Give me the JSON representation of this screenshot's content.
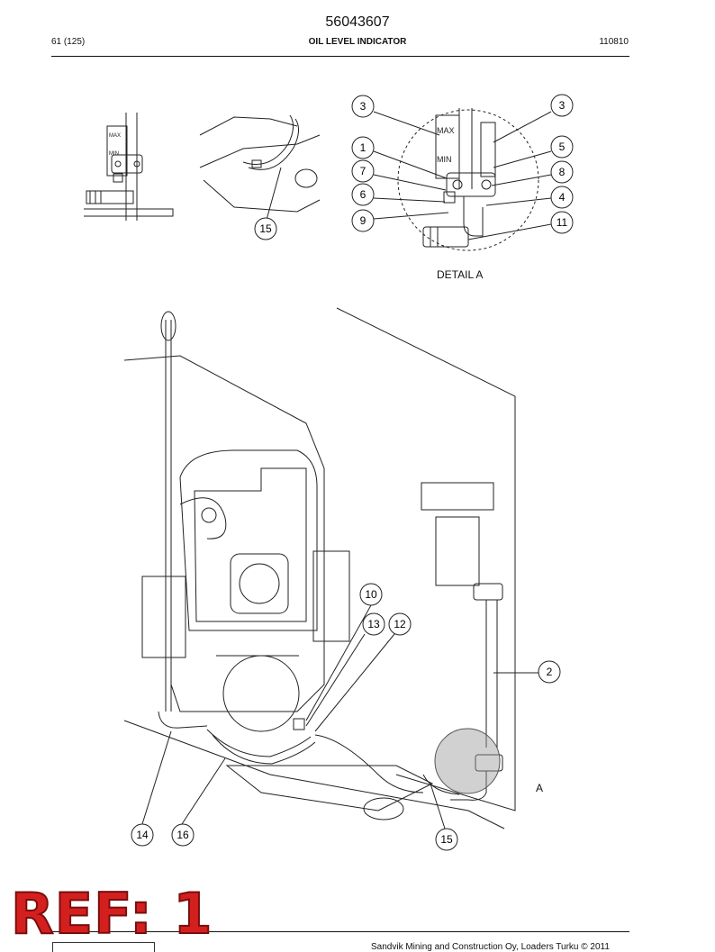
{
  "header": {
    "doc_number": "56043607",
    "page": "61 (125)",
    "title": "OIL LEVEL INDICATOR",
    "date_code": "110810"
  },
  "detail_label": "DETAIL A",
  "detail_marker": "A",
  "callouts": {
    "c3a": "3",
    "c3b": "3",
    "c1": "1",
    "c5": "5",
    "c7": "7",
    "c8": "8",
    "c6": "6",
    "c4": "4",
    "c9": "9",
    "c11": "11",
    "c15a": "15",
    "c10": "10",
    "c13": "13",
    "c12": "12",
    "c2": "2",
    "c14": "14",
    "c16": "16",
    "c15b": "15"
  },
  "gauge_labels": {
    "max": "MAX",
    "min": "MIN"
  },
  "stamp": "REF: 1",
  "footer": "Sandvik Mining and Construction Oy, Loaders Turku © 2011"
}
